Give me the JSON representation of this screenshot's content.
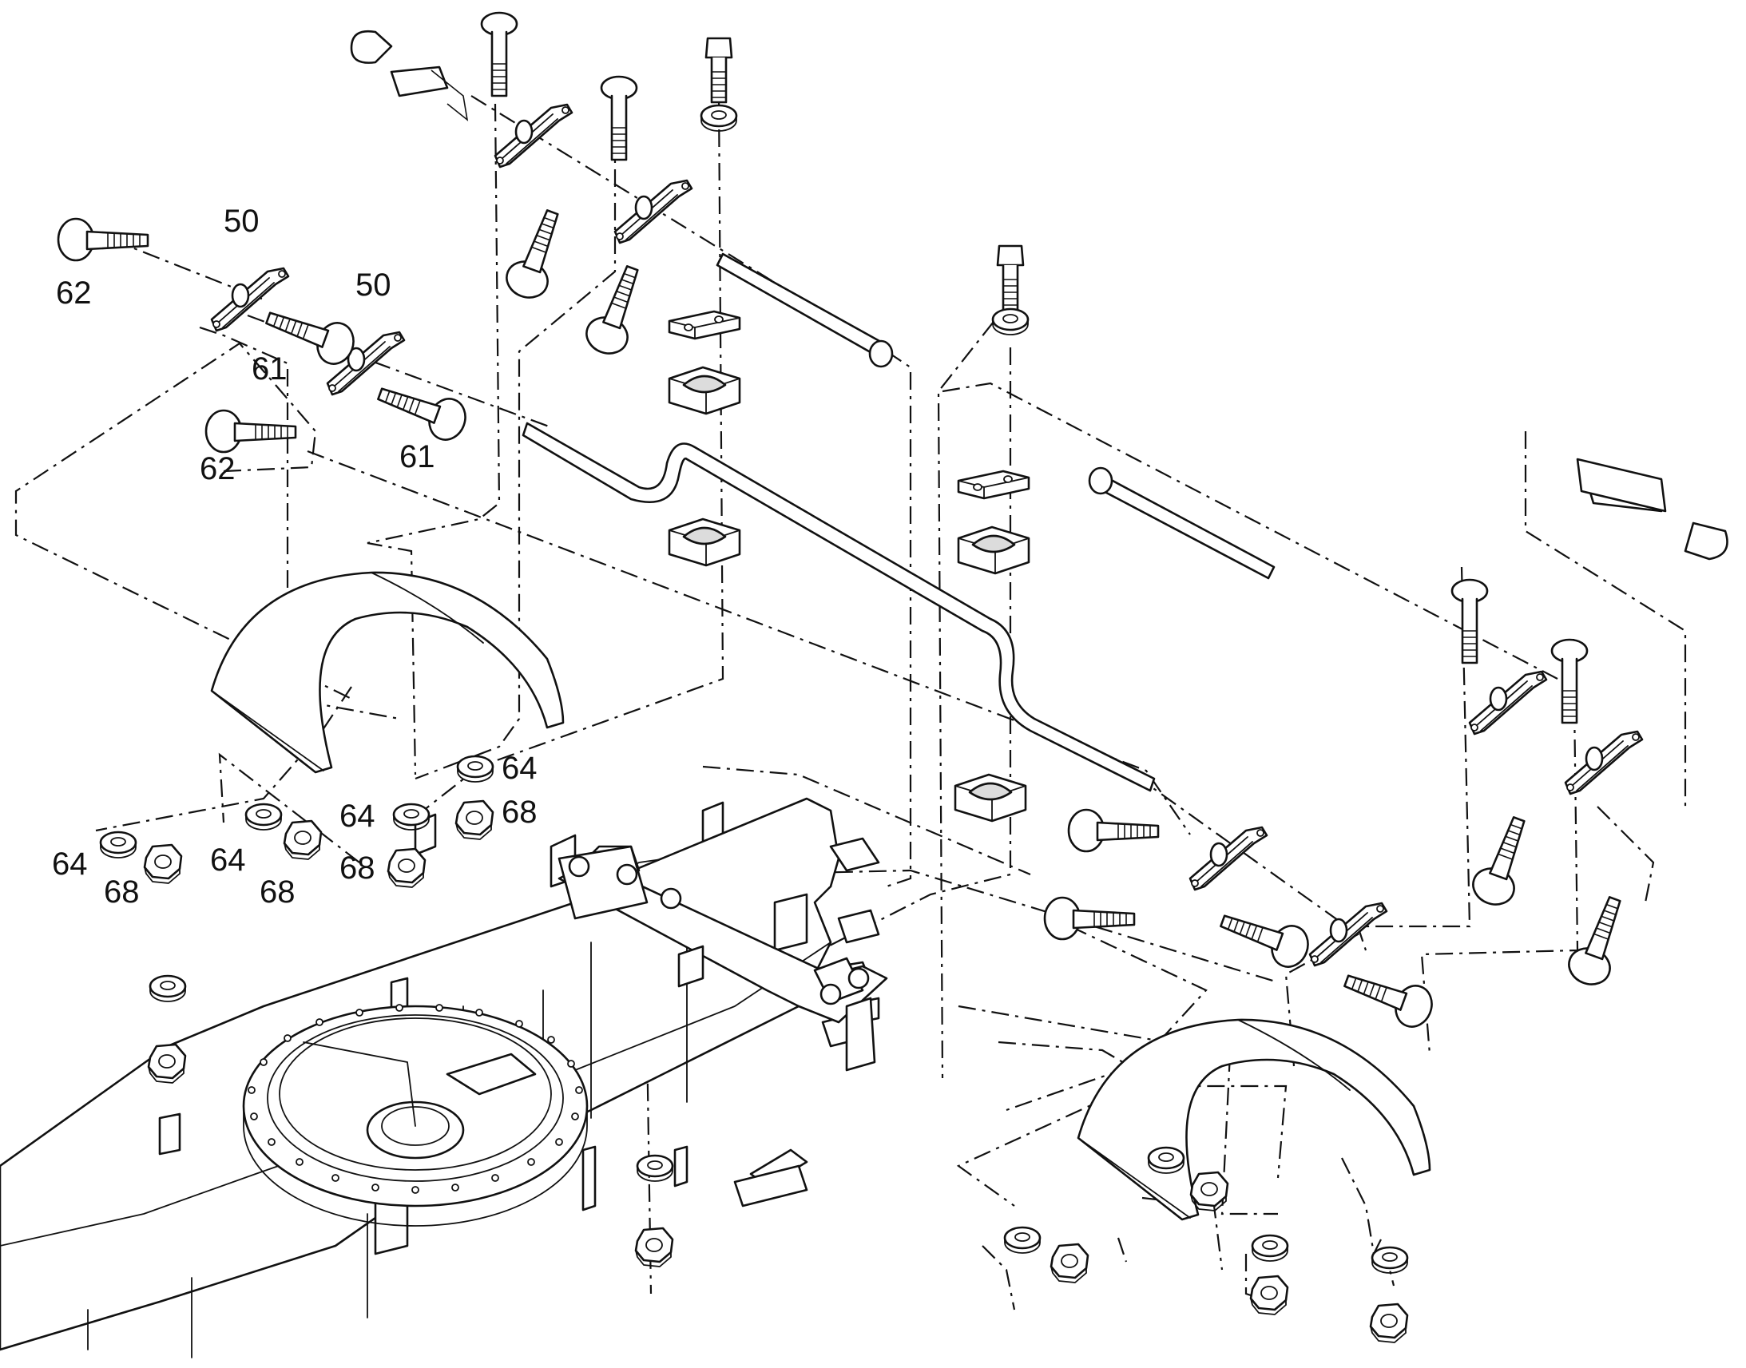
{
  "callouts": [
    {
      "id": "c1",
      "text": "50"
    },
    {
      "id": "c2",
      "text": "62"
    },
    {
      "id": "c3",
      "text": "50"
    },
    {
      "id": "c4",
      "text": "61"
    },
    {
      "id": "c5",
      "text": "62"
    },
    {
      "id": "c6",
      "text": "61"
    },
    {
      "id": "c7",
      "text": "64"
    },
    {
      "id": "c8",
      "text": "64"
    },
    {
      "id": "c9",
      "text": "68"
    },
    {
      "id": "c10",
      "text": "64"
    },
    {
      "id": "c11",
      "text": "68"
    },
    {
      "id": "c12",
      "text": "64"
    },
    {
      "id": "c13",
      "text": "68"
    },
    {
      "id": "c14",
      "text": "68"
    }
  ]
}
